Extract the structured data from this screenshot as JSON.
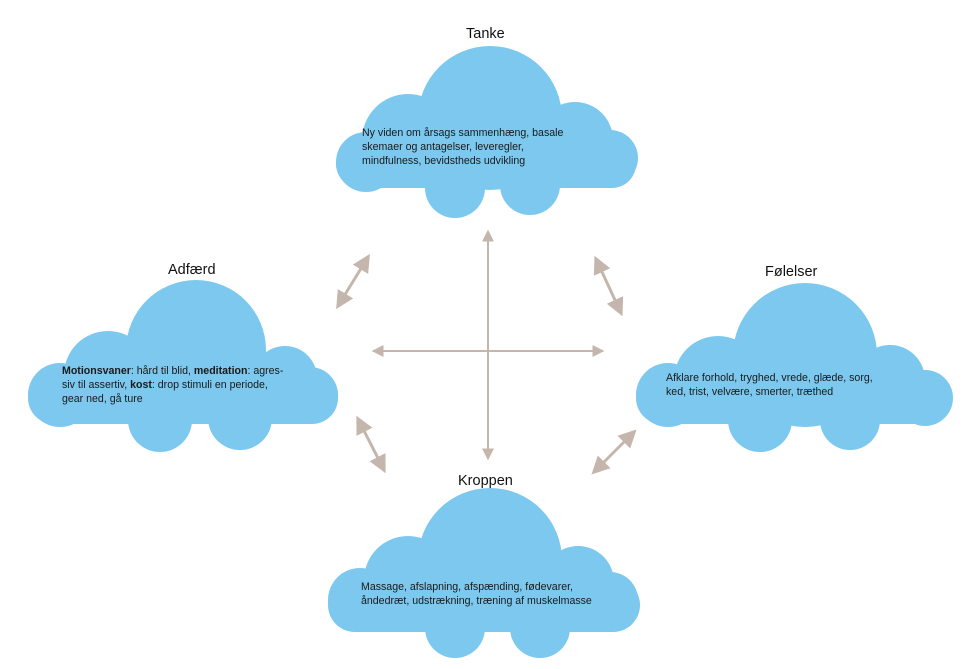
{
  "colors": {
    "cloud_fill": "#7cc8ee",
    "arrow": "#c4b6ad",
    "text": "#1a1a1a"
  },
  "nodes": {
    "tanke": {
      "title": "Tanke",
      "text_line1": "Ny viden om årsags sammenhæng, basale",
      "text_line2": "skemaer og antagelser, leveregler,",
      "text_line3": "mindfulness, bevidstheds udvikling"
    },
    "adfaerd": {
      "title": "Adfærd",
      "line1_bold1": "Motionsvaner",
      "line1_text1": ": hård til blid, ",
      "line1_bold2": "meditation",
      "line1_text2": ": agres-",
      "line2_text1": "siv til assertiv, ",
      "line2_bold1": "kost",
      "line2_text2": ": drop stimuli en periode,",
      "line3": "gear ned, gå ture"
    },
    "folelser": {
      "title": "Følelser",
      "text_line1": "Afklare forhold, tryghed, vrede, glæde, sorg,",
      "text_line2": "ked, trist, velvære, smerter, træthed"
    },
    "kroppen": {
      "title": "Kroppen",
      "text_line1": "Massage, afslapning, afspænding, fødevarer,",
      "text_line2": "åndedræt, udstrækning, træning af muskelmasse"
    }
  }
}
